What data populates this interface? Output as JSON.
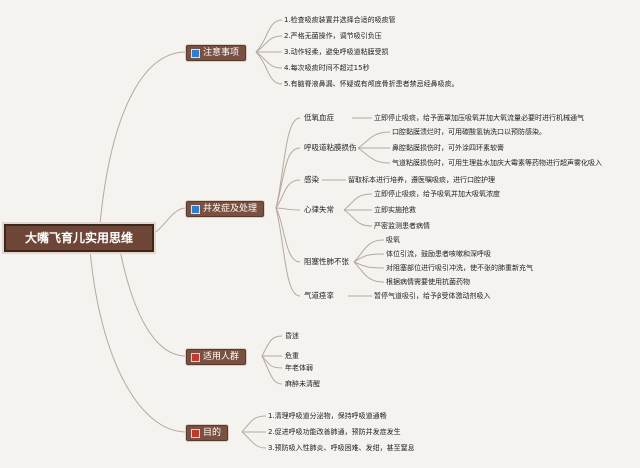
{
  "root": {
    "title": "大嘴飞育儿实用思维"
  },
  "branches": [
    {
      "label": "注意事项",
      "icon": "info-icon",
      "items": [
        "1.检查吸痰装置并选择合适的吸痰管",
        "2.严格无菌操作，调节吸引负压",
        "3.动作轻柔，避免呼吸道粘膜受损",
        "4.每次吸痰时间不超过15秒",
        "5.有脑脊液鼻漏、怀疑或有颅底骨折患者禁忌经鼻吸痰。"
      ]
    },
    {
      "label": "并发症及处理",
      "icon": "info-icon",
      "groups": [
        {
          "name": "低氧血症",
          "items": [
            "立即停止吸痰，给予面罩加压吸氧并加大氧流量必要时进行机械通气"
          ]
        },
        {
          "name": "呼吸道粘膜损伤",
          "items": [
            "口腔黏膜溃烂时，可用碳酸氢钠洗口以预防感染。",
            "鼻腔黏膜损伤时，可外涂四环素软膏",
            "气道粘膜损伤时，可用生理盐水加庆大霉素等药物进行超声雾化吸入"
          ]
        },
        {
          "name": "感染",
          "items": [
            "留取标本进行培养，遵医嘱吸痰，进行口腔护理"
          ]
        },
        {
          "name": "心律失常",
          "items": [
            "立即停止吸痰，给予吸氧并加大吸氧浓度",
            "立即实施抢救",
            "严密监测患者病情"
          ]
        },
        {
          "name": "阻塞性肺不张",
          "items": [
            "吸氧",
            "体位引流，鼓励患者咳嗽和深呼吸",
            "对阻塞部位进行吸引冲洗，使不张的肺重新充气",
            "根据病情需要使用抗菌药物"
          ]
        },
        {
          "name": "气道痉挛",
          "items": [
            "暂停气道吸引，给予β受体激动剂吸入"
          ]
        }
      ]
    },
    {
      "label": "适用人群",
      "icon": "warning-icon",
      "items": [
        "昏迷",
        "危重",
        "年老体弱",
        "麻醉未清醒"
      ]
    },
    {
      "label": "目的",
      "icon": "warning-icon",
      "items": [
        "1.清理呼吸道分泌物，保持呼吸道通畅",
        "2.促进呼吸功能改善肺通，预防并发症发生",
        "3.预防吸入性肺炎、呼吸困难、发绀，甚至窒息"
      ]
    }
  ]
}
